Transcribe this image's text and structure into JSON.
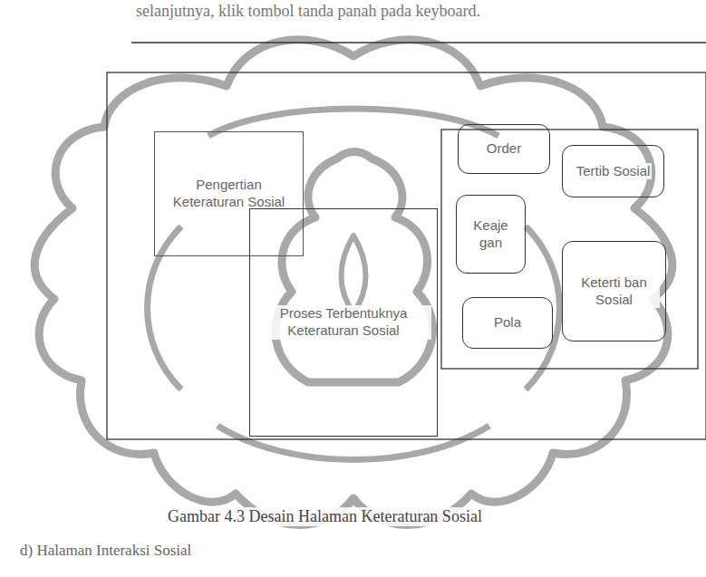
{
  "diagram": {
    "caption": "Gambar 4.3 Desain Halaman Keteraturan Sosial",
    "nodes": [
      {
        "text": [
          "Pengertian Keteraturan Sosial"
        ]
      },
      {
        "text": [
          "Proses Terbentuknya Keteraturan Sosial"
        ]
      },
      {
        "text": [
          "Order"
        ]
      },
      {
        "text": [
          "Tertib Sosial"
        ]
      },
      {
        "text": [
          "Keaje gan"
        ]
      },
      {
        "text": [
          "Keterti ban Sosial"
        ]
      },
      {
        "text": [
          "Pola"
        ]
      }
    ],
    "labels": [
      "selanjutnya, klik tombol tanda panah pada keyboard.",
      "d) Halaman Interaksi Sosial"
    ]
  }
}
